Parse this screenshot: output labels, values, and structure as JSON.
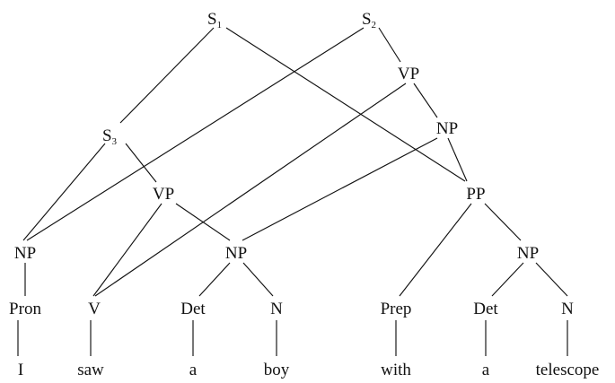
{
  "nodes": [
    {
      "id": "s1",
      "label": "S",
      "sub": "1"
    },
    {
      "id": "s2",
      "label": "S",
      "sub": "2"
    },
    {
      "id": "vp_top",
      "label": "VP"
    },
    {
      "id": "np_mid",
      "label": "NP"
    },
    {
      "id": "s3",
      "label": "S",
      "sub": "3"
    },
    {
      "id": "vp_left",
      "label": "VP"
    },
    {
      "id": "pp",
      "label": "PP"
    },
    {
      "id": "np_left",
      "label": "NP"
    },
    {
      "id": "np_boy",
      "label": "NP"
    },
    {
      "id": "np_tel",
      "label": "NP"
    },
    {
      "id": "pron",
      "label": "Pron"
    },
    {
      "id": "v",
      "label": "V"
    },
    {
      "id": "det1",
      "label": "Det"
    },
    {
      "id": "n1",
      "label": "N"
    },
    {
      "id": "prep",
      "label": "Prep"
    },
    {
      "id": "det2",
      "label": "Det"
    },
    {
      "id": "n2",
      "label": "N"
    },
    {
      "id": "w_i",
      "label": "I"
    },
    {
      "id": "w_saw",
      "label": "saw"
    },
    {
      "id": "w_a1",
      "label": "a"
    },
    {
      "id": "w_boy",
      "label": "boy"
    },
    {
      "id": "w_with",
      "label": "with"
    },
    {
      "id": "w_a2",
      "label": "a"
    },
    {
      "id": "w_telescope",
      "label": "telescope"
    }
  ],
  "edges": [
    [
      "s1",
      "s3"
    ],
    [
      "s1",
      "pp"
    ],
    [
      "s2",
      "vp_top"
    ],
    [
      "s2",
      "np_left"
    ],
    [
      "vp_top",
      "np_mid"
    ],
    [
      "vp_top",
      "v"
    ],
    [
      "np_mid",
      "pp"
    ],
    [
      "np_mid",
      "np_boy"
    ],
    [
      "s3",
      "np_left"
    ],
    [
      "s3",
      "vp_left"
    ],
    [
      "vp_left",
      "v"
    ],
    [
      "vp_left",
      "np_boy"
    ],
    [
      "pp",
      "prep"
    ],
    [
      "pp",
      "np_tel"
    ],
    [
      "np_left",
      "pron"
    ],
    [
      "np_boy",
      "det1"
    ],
    [
      "np_boy",
      "n1"
    ],
    [
      "np_tel",
      "det2"
    ],
    [
      "np_tel",
      "n2"
    ],
    [
      "pron",
      "w_i"
    ],
    [
      "v",
      "w_saw"
    ],
    [
      "det1",
      "w_a1"
    ],
    [
      "n1",
      "w_boy"
    ],
    [
      "prep",
      "w_with"
    ],
    [
      "det2",
      "w_a2"
    ],
    [
      "n2",
      "w_telescope"
    ]
  ]
}
